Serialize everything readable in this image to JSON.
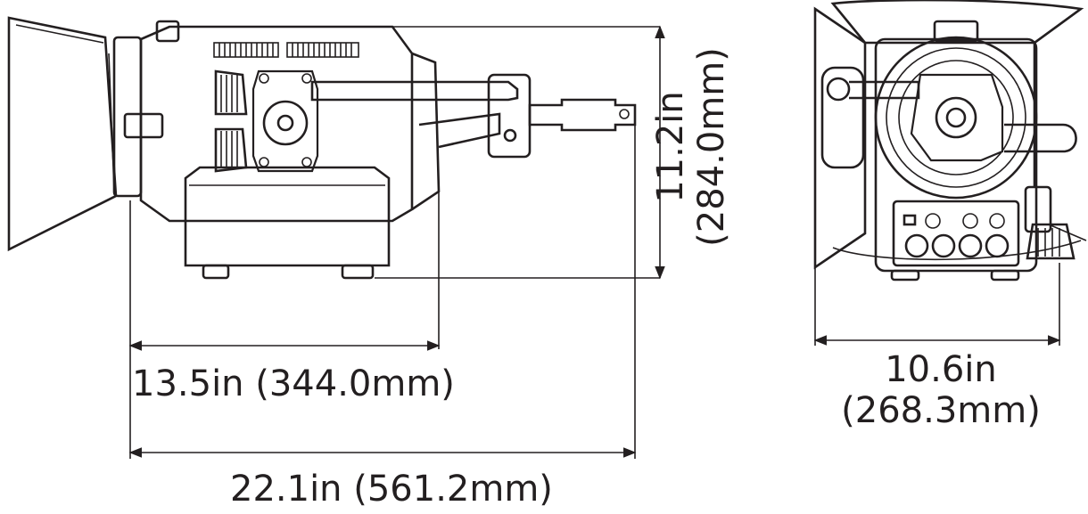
{
  "dimensions": {
    "height": {
      "label": "11.2in",
      "sub": "(284.0mm)"
    },
    "body_length": {
      "label": "13.5in (344.0mm)"
    },
    "total_length": {
      "label": "22.1in (561.2mm)"
    },
    "width": {
      "label": "10.6in",
      "sub": "(268.3mm)"
    }
  },
  "colors": {
    "line": "#231f20",
    "background": "#ffffff"
  }
}
